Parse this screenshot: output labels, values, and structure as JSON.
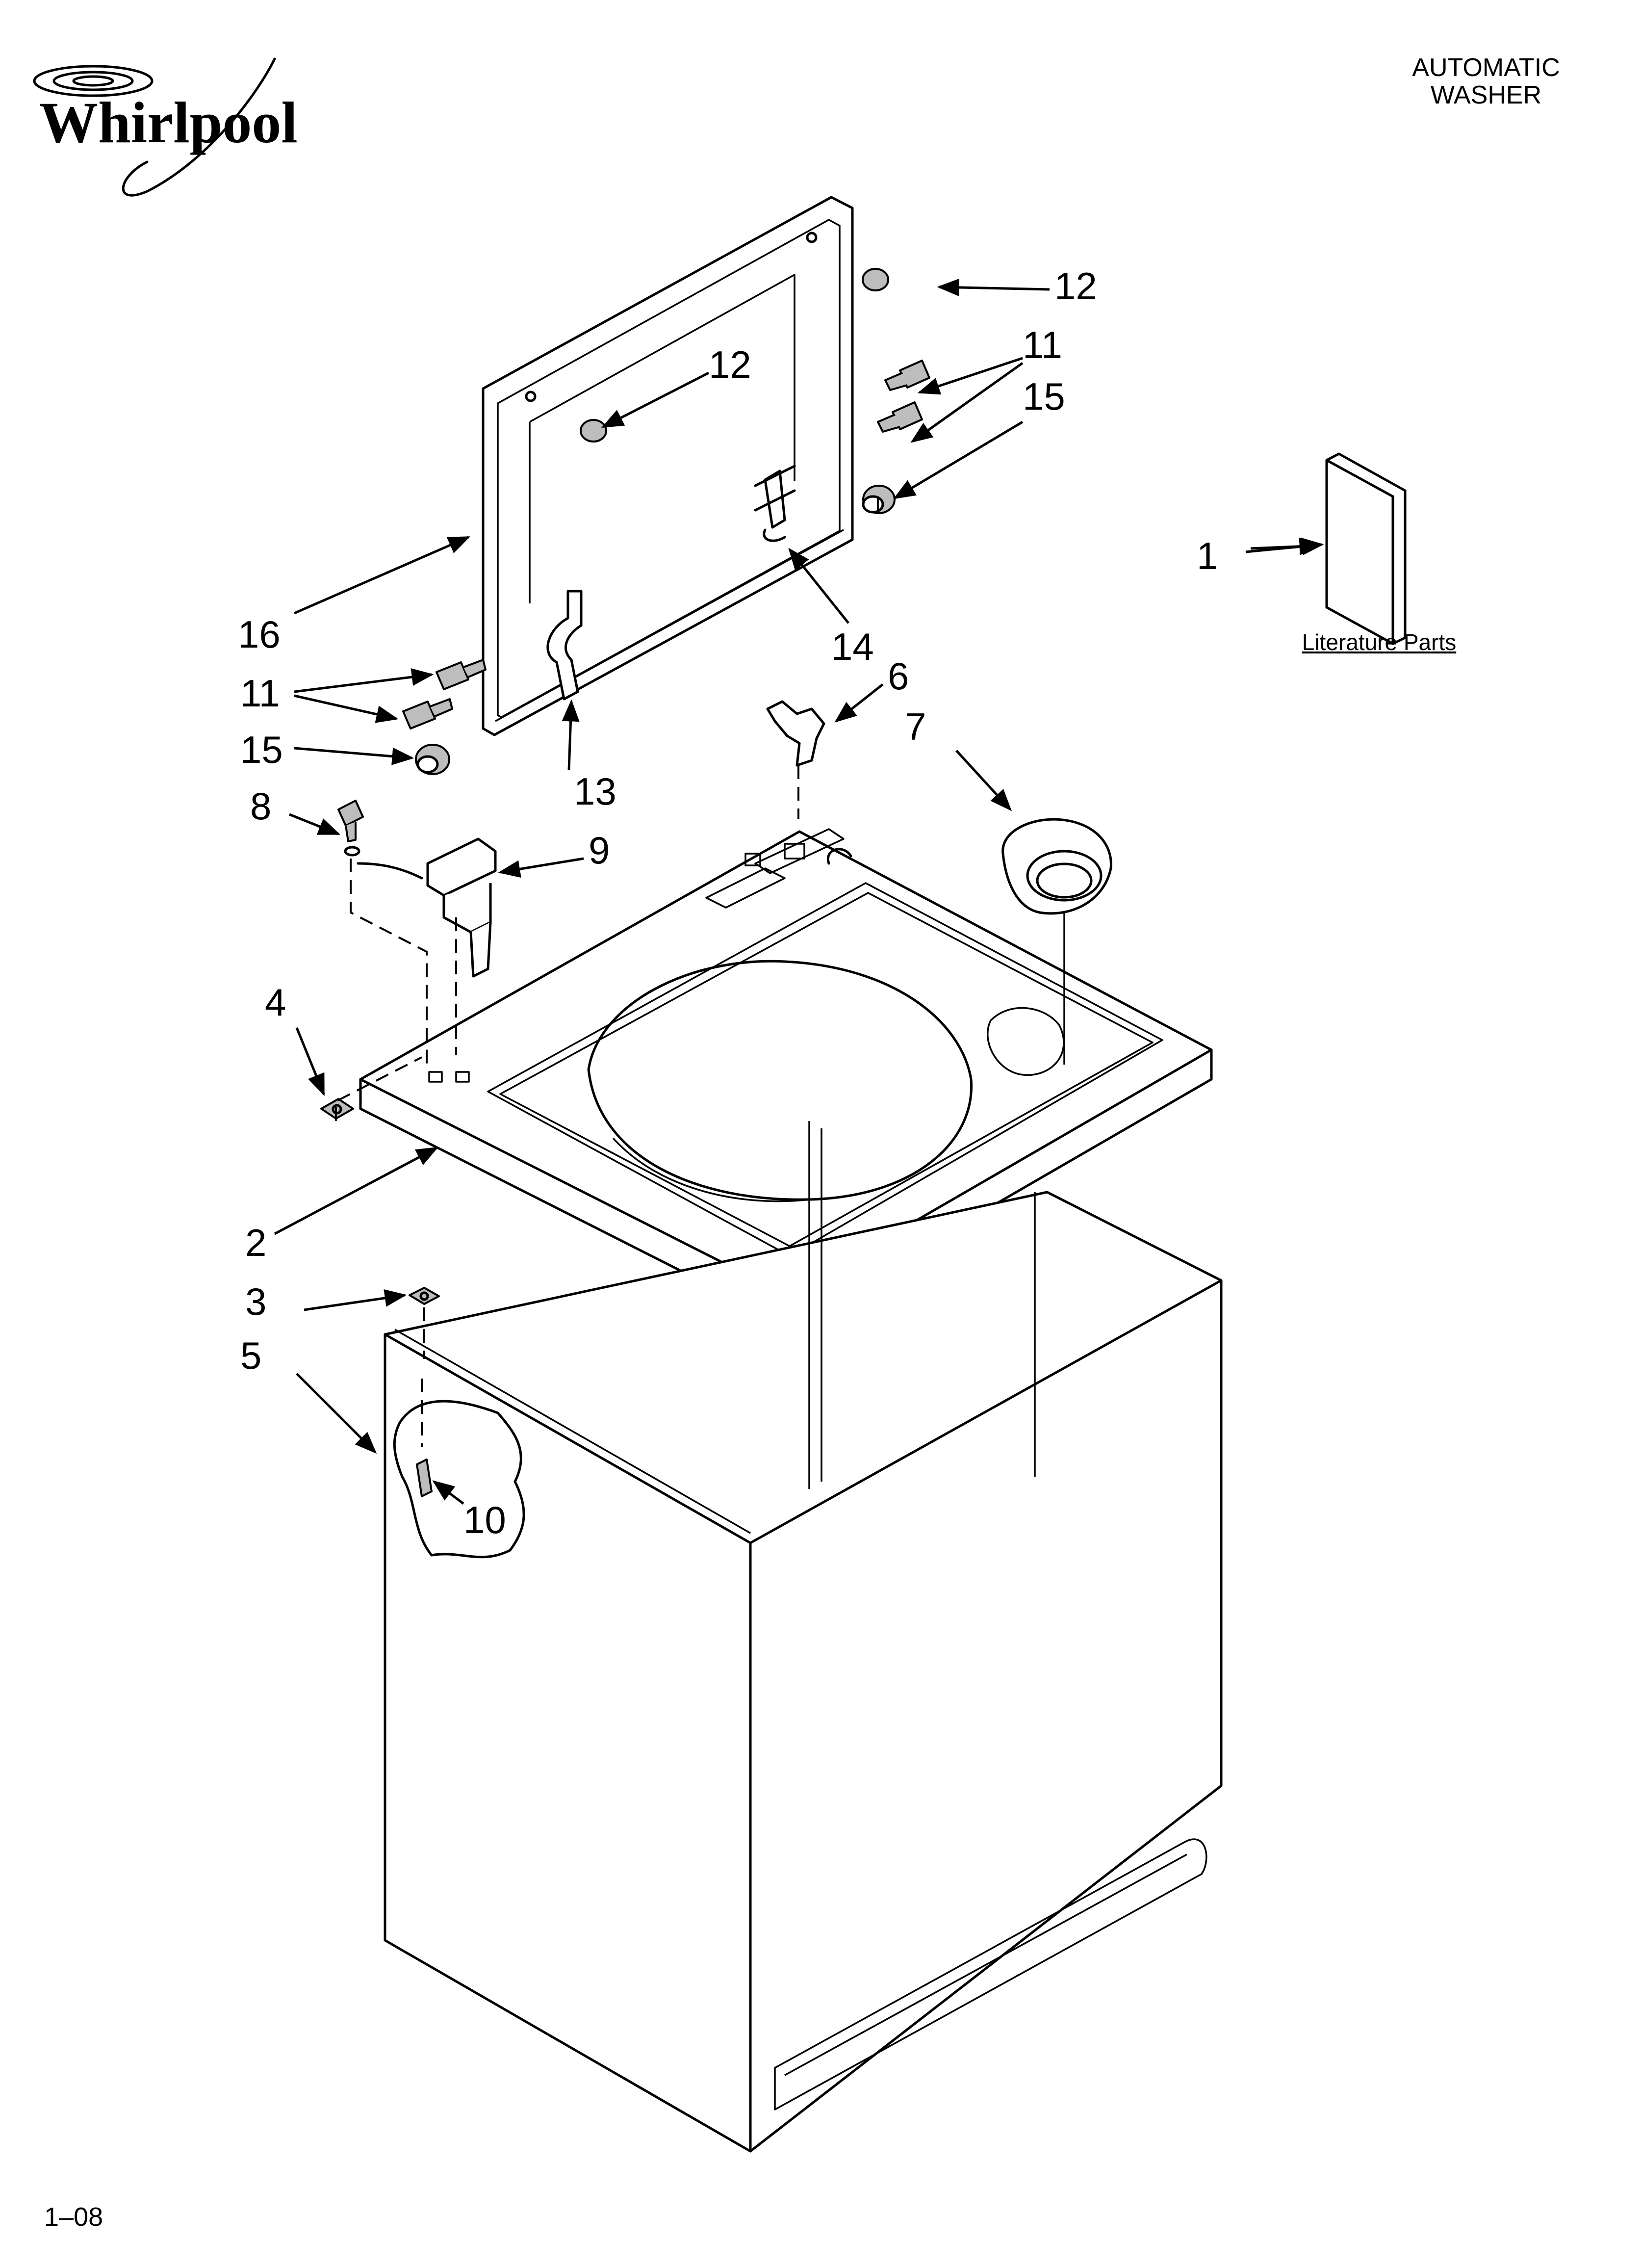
{
  "brand": {
    "name": "Whirlpool"
  },
  "header": {
    "title_line1": "AUTOMATIC",
    "title_line2": "WASHER"
  },
  "footer": {
    "page": "1–08"
  },
  "literature": {
    "label": "Literature Parts"
  },
  "callouts": {
    "c1": "1",
    "c2": "2",
    "c3": "3",
    "c4": "4",
    "c5": "5",
    "c6": "6",
    "c7": "7",
    "c8": "8",
    "c9": "9",
    "c10": "10",
    "c11a": "11",
    "c11b": "11",
    "c12a": "12",
    "c12b": "12",
    "c13": "13",
    "c14": "14",
    "c15a": "15",
    "c15b": "15",
    "c16": "16"
  },
  "colors": {
    "ink": "#000000",
    "paper": "#ffffff",
    "shade": "#bdbdbd"
  }
}
